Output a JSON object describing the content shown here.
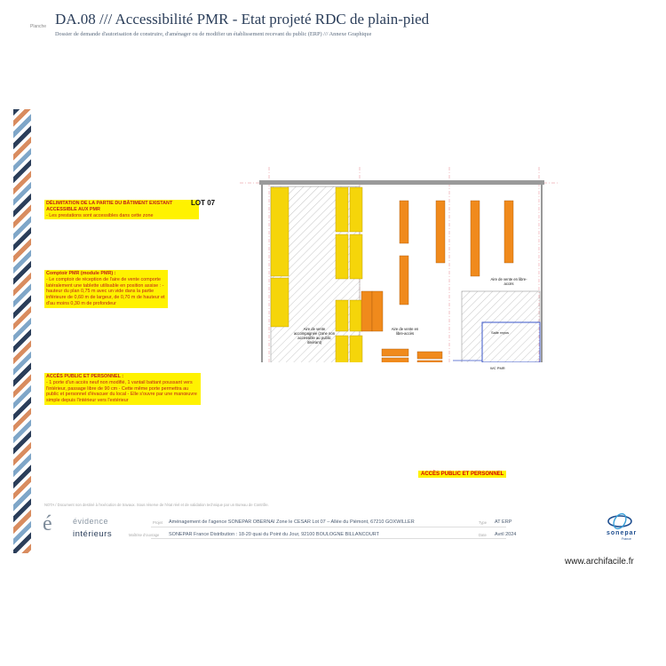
{
  "header": {
    "planche_label": "Planche",
    "title": "DA.08 /// Accessibilité PMR - Etat projeté RDC de plain-pied",
    "subtitle": "Dossier de demande d'autorisation de construire, d'aménager ou de modifier un établissement recevant du public (ERP) /// Annexe Graphique"
  },
  "notes": {
    "delimitation": {
      "title": "DÉLIMITATION DE LA PARTIE DU BÂTIMENT EXISTANT ACCESSIBLE AUX PMR",
      "body": "- Les prestations sont accessibles dans cette zone"
    },
    "comptoir": {
      "title": "Comptoir PMR (module PMR) :",
      "body": "- Le comptoir de réception de l'aire de vente comporte latéralement une tablette utilisable en position assise : - hauteur du plan 0,75 m avec un vide dans la partie inférieure de 0,60 m de largeur, de 0,70 m de hauteur et d'au moins 0,30 m de profondeur"
    },
    "acces": {
      "title": "ACCÈS PUBLIC ET PERSONNEL :",
      "body": "- 1 porte d'un accès neuf non modifié, 1 vantail battant poussant vers l'intérieur, passage libre de 90 cm - Cette même porte permettra au public et personnel d'évacuer du local - Elle s'ouvre par une manœuvre simple depuis l'intérieur vers l'extérieur"
    }
  },
  "plan": {
    "lot_label": "LOT 07",
    "zone_accompagnee": "Aire de vente accompagnée (zone non accessible au public itinérant)",
    "zone_libre_acces_center": "Aire de vente en libre-accès",
    "zone_libre_acces_right": "Aire de vente en libre-accès",
    "salle_repos": "Salle repos",
    "sanitaire": "WC PMR",
    "acces_label": "ACCÈS PUBLIC ET PERSONNEL"
  },
  "footer": {
    "nota": "NOTA / Document non destiné à l'exécution de travaux. Sous réserve de l'état réel et de validation technique par un Bureau de Contrôle.",
    "projet_label": "Projet",
    "projet_value": "Aménagement de l'agence SONEPAR OBERNAI Zone le CESAR Lot 07 – Allée du Piémont, 67210 GOXWILLER",
    "moa_label": "Maîtrise d'ouvrage",
    "moa_value": "SONEPAR France Distribution : 18-20 quai du Point du Jour, 92100 BOULOGNE BILLANCOURT",
    "type_label": "Type",
    "type_value": "AT ERP",
    "date_label": "Date",
    "date_value": "Avril 2024"
  },
  "logos": {
    "evidence_e": "é",
    "evidence_word": "évidence",
    "interieurs_word": "intérieurs",
    "sonepar_word": "sonepar",
    "sonepar_sub": "France"
  },
  "watermark": "www.archifacile.fr",
  "colors": {
    "shelf_orange": "#f08a1c",
    "shelf_yellow": "#f5d50a",
    "note_yellow": "#fff200",
    "note_red": "#c0201a",
    "wall_grey": "#9a9a9a",
    "accent_blue": "#2b3e5a",
    "pmr_blue": "#3a55c8"
  }
}
